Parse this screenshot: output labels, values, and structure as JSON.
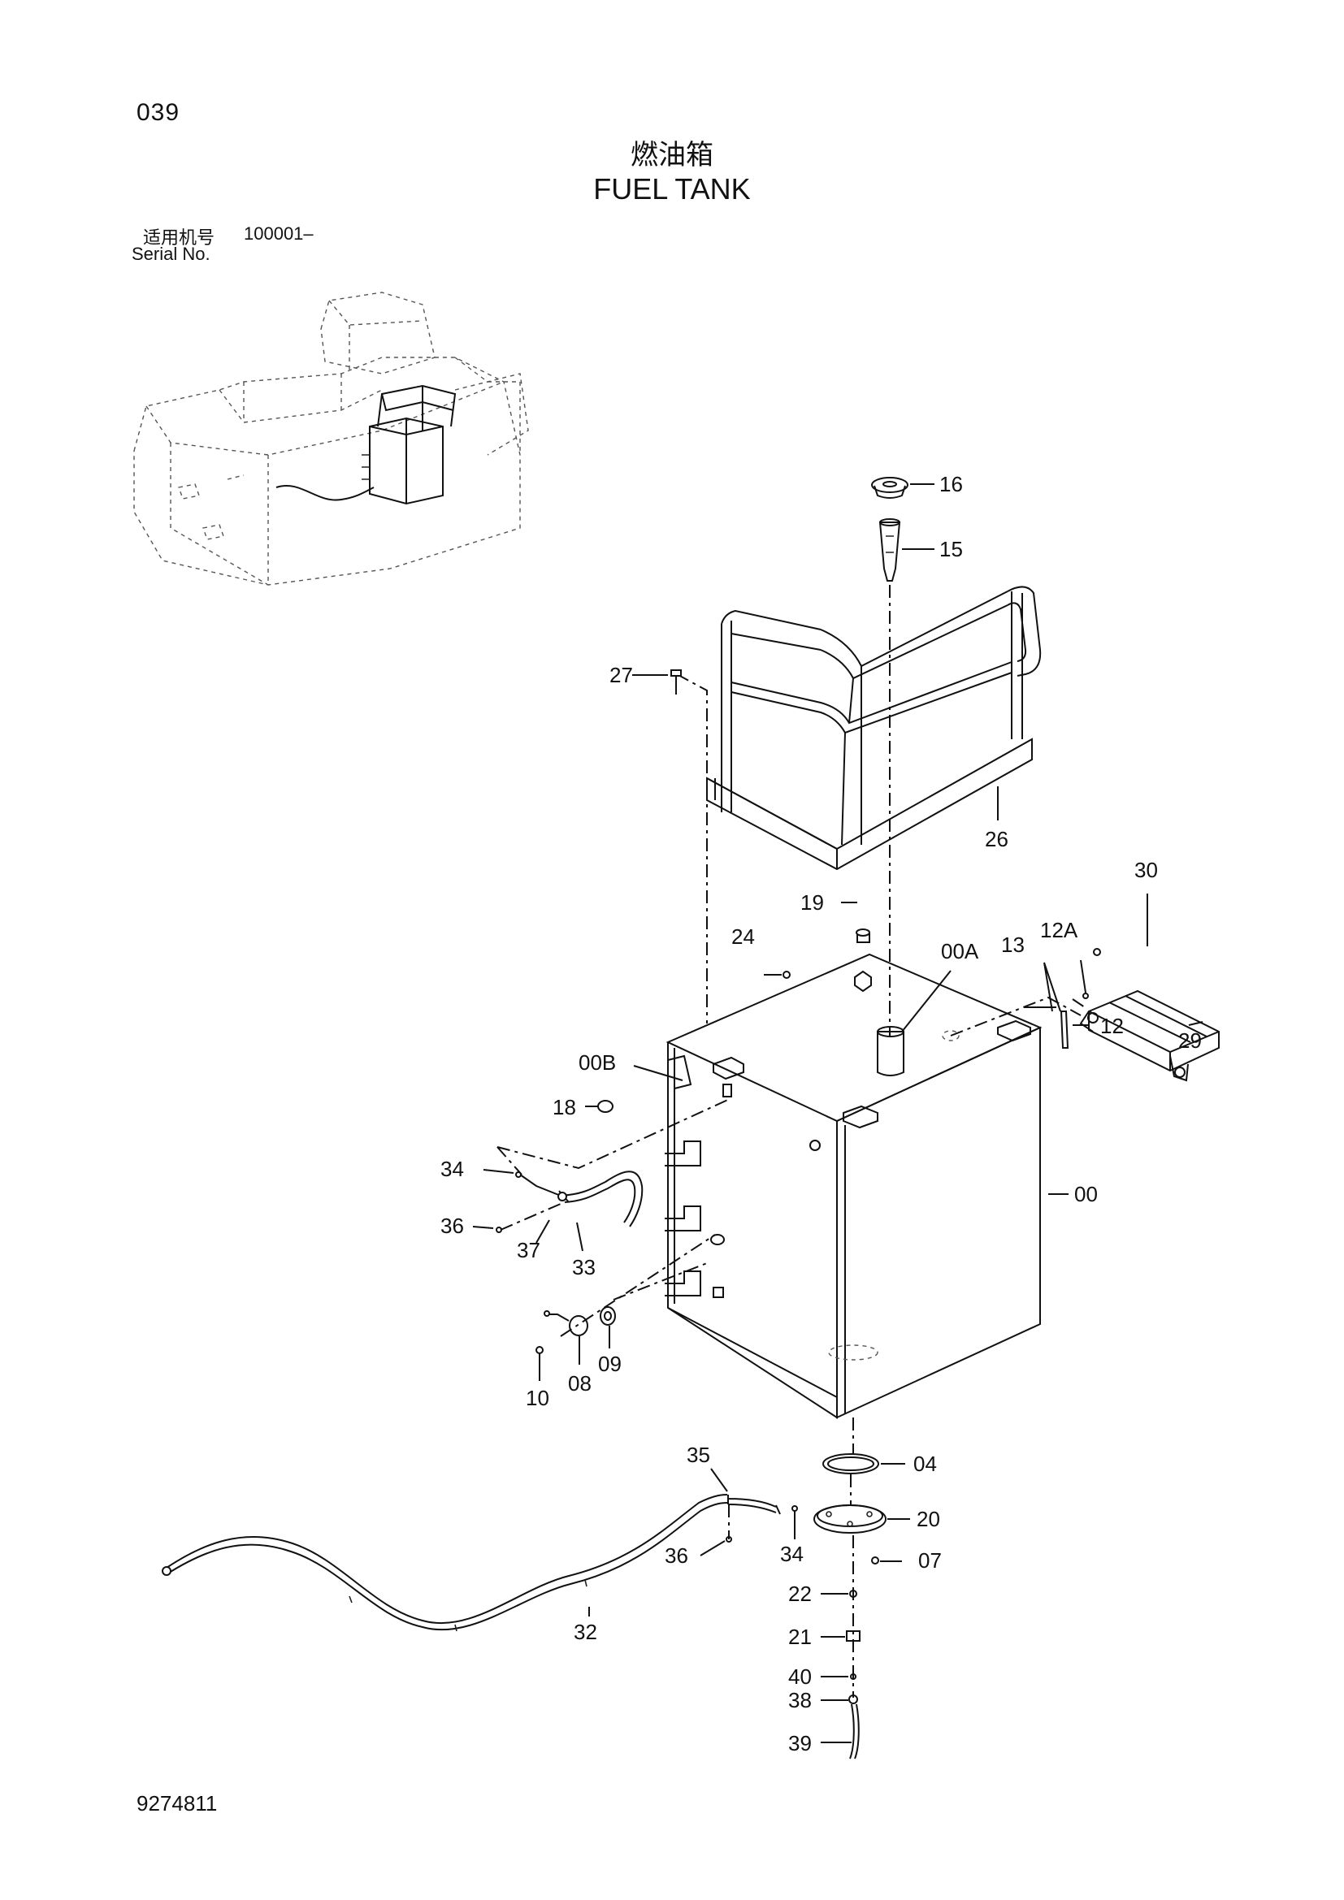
{
  "page_number": "039",
  "title_cn": "燃油箱",
  "title_en": "FUEL TANK",
  "serial": {
    "label_cn": "适用机号",
    "value": "100001–",
    "label_en": "Serial No."
  },
  "doc_code": "9274811",
  "part_labels": [
    "16",
    "15",
    "27",
    "26",
    "30",
    "19",
    "24",
    "12A",
    "13",
    "00A",
    "12",
    "29",
    "00B",
    "18",
    "00",
    "34",
    "36",
    "37",
    "33",
    "09",
    "08",
    "10",
    "35",
    "04",
    "20",
    "34",
    "36",
    "07",
    "32",
    "22",
    "21",
    "40",
    "38",
    "39"
  ]
}
